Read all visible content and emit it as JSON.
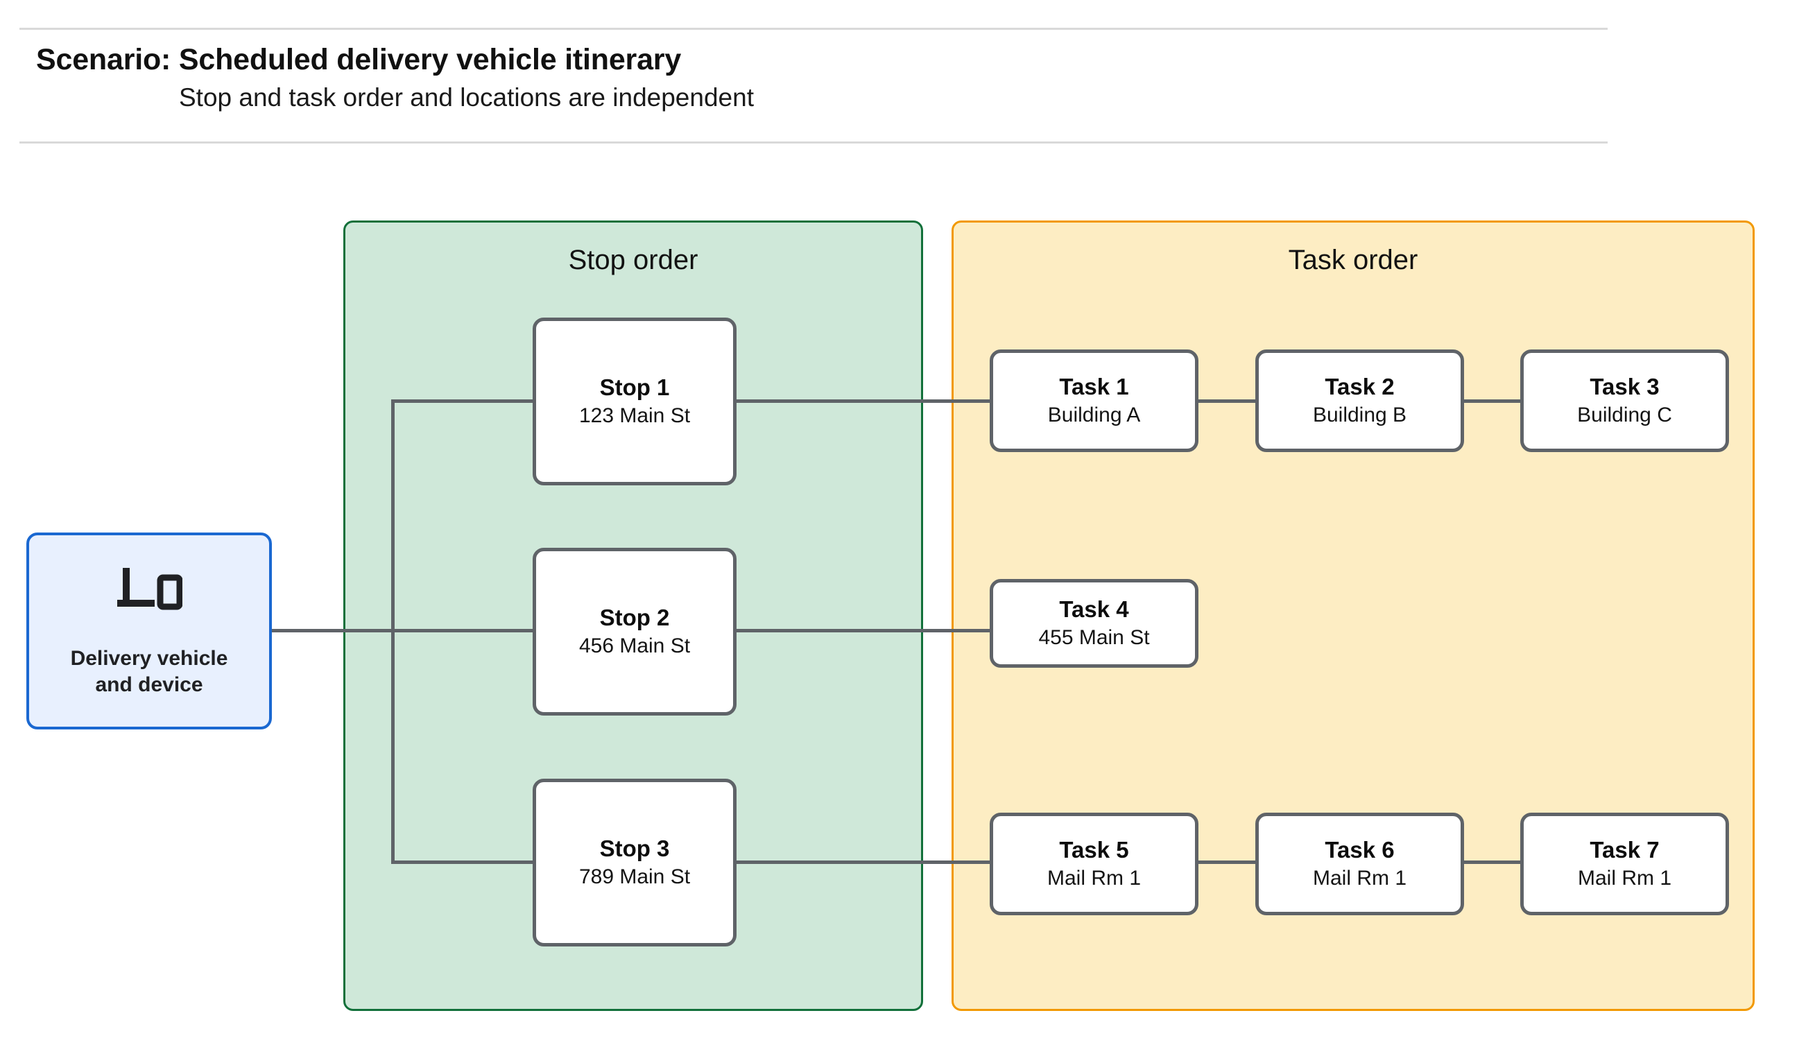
{
  "header": {
    "title": "Scenario: Scheduled delivery vehicle itinerary",
    "subtitle": "Stop and task order and locations are independent"
  },
  "vehicle": {
    "label": "Delivery vehicle\nand device",
    "icon": "devices-icon",
    "border_color": "#1a68d1",
    "fill_color": "#e8f0fe"
  },
  "panels": {
    "stop": {
      "title": "Stop order",
      "fill_color": "#cfe8d9",
      "border_color": "#12703a"
    },
    "task": {
      "title": "Task order",
      "fill_color": "#fdedc3",
      "border_color": "#f29900"
    }
  },
  "stops": [
    {
      "title": "Stop 1",
      "location": "123 Main St"
    },
    {
      "title": "Stop 2",
      "location": "456 Main St"
    },
    {
      "title": "Stop 3",
      "location": "789 Main St"
    }
  ],
  "tasks": [
    {
      "title": "Task 1",
      "location": "Building A"
    },
    {
      "title": "Task 2",
      "location": "Building B"
    },
    {
      "title": "Task 3",
      "location": "Building C"
    },
    {
      "title": "Task 4",
      "location": "455 Main St"
    },
    {
      "title": "Task 5",
      "location": "Mail Rm 1"
    },
    {
      "title": "Task 6",
      "location": "Mail Rm 1"
    },
    {
      "title": "Task 7",
      "location": "Mail Rm 1"
    }
  ],
  "connector_color": "#5f6368"
}
